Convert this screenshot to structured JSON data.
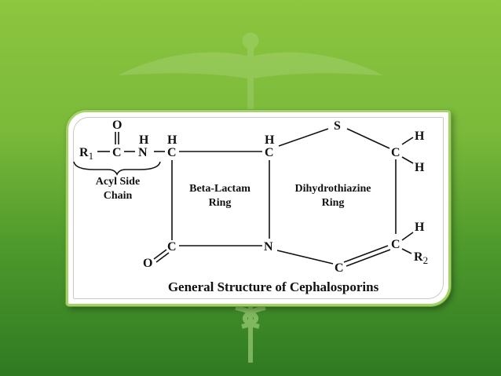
{
  "colors": {
    "background_top": "#8dc63f",
    "background_bottom": "#2f7a22",
    "card_border": "#a5d36a",
    "card_fill": "#ffffff",
    "ink": "#111111"
  },
  "icons": {
    "background_emblem": "caduceus-icon"
  },
  "atoms": {
    "o_carbonyl": "O",
    "r1": "R",
    "r1_sub": "1",
    "c_acyl": "C",
    "h_amide": "H",
    "n_amide": "N",
    "h_c7": "H",
    "c7": "C",
    "h_c6": "H",
    "c6": "C",
    "s": "S",
    "c2": "C",
    "h_c2_top": "H",
    "h_c2_bottom": "H",
    "c8": "C",
    "o_lactam": "O",
    "n5": "N",
    "c4": "C",
    "c3": "C",
    "h_c3": "H",
    "r2": "R",
    "r2_sub": "2"
  },
  "labels": {
    "acyl_line1": "Acyl Side",
    "acyl_line2": "Chain",
    "beta_line1": "Beta-Lactam",
    "beta_line2": "Ring",
    "dihydro_line1": "Dihydrothiazine",
    "dihydro_line2": "Ring"
  },
  "title": "General Structure of Cephalosporins"
}
